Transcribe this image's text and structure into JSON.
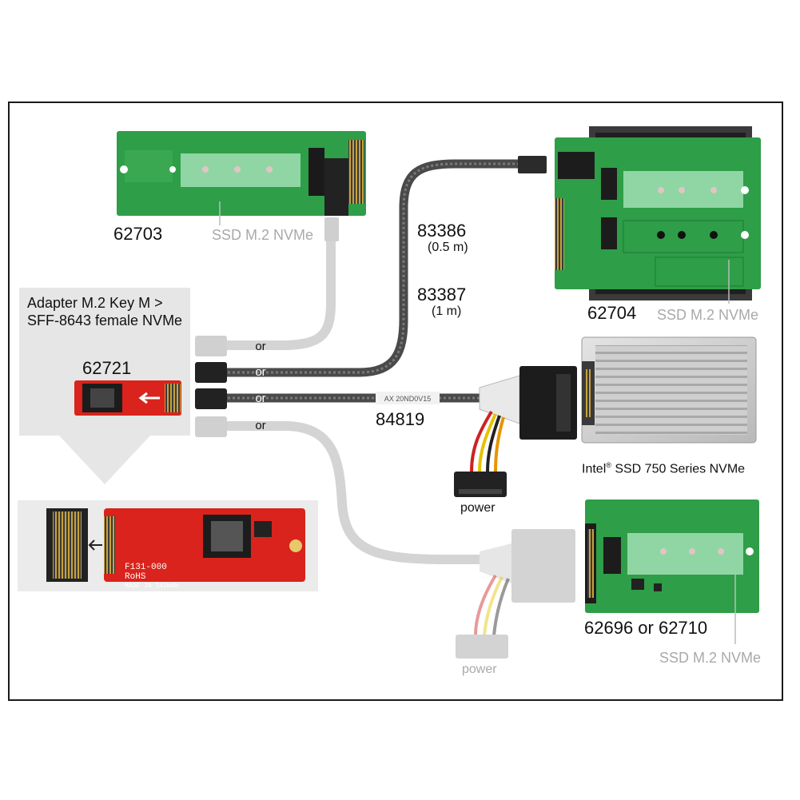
{
  "adapter": {
    "title_line1": "Adapter M.2 Key M >",
    "title_line2": "SFF-8643 female NVMe",
    "part": "62721",
    "pcb_text_1": "F131-000",
    "pcb_text_2": "RoHS",
    "pcb_text_3": "MADE IN TAIWAN"
  },
  "products": {
    "p62703": {
      "part": "62703",
      "caption": "SSD M.2 NVMe"
    },
    "p62704": {
      "part": "62704",
      "caption": "SSD M.2 NVMe"
    },
    "p62696": {
      "part": "62696 or 62710",
      "caption": "SSD M.2 NVMe"
    },
    "intel": {
      "label_brand": "Intel",
      "reg": "®",
      "label_rest": " SSD 750 Series NVMe"
    }
  },
  "cables": {
    "c83386": {
      "part": "83386",
      "length": "(0.5 m)"
    },
    "c83387": {
      "part": "83387",
      "length": "(1 m)"
    },
    "c84819": {
      "part": "84819",
      "sleeve_text": "AX 20ND0V15"
    }
  },
  "connectors": {
    "or_label": "or",
    "power_label": "power"
  },
  "colors": {
    "pcb_green": "#2e9e48",
    "pcb_red": "#d9231c",
    "cable_dark": "#4a4a4a",
    "cable_faded": "#d4d4d4",
    "caption_grey": "#a9a9a9",
    "panel_grey": "#e6e6e6"
  }
}
